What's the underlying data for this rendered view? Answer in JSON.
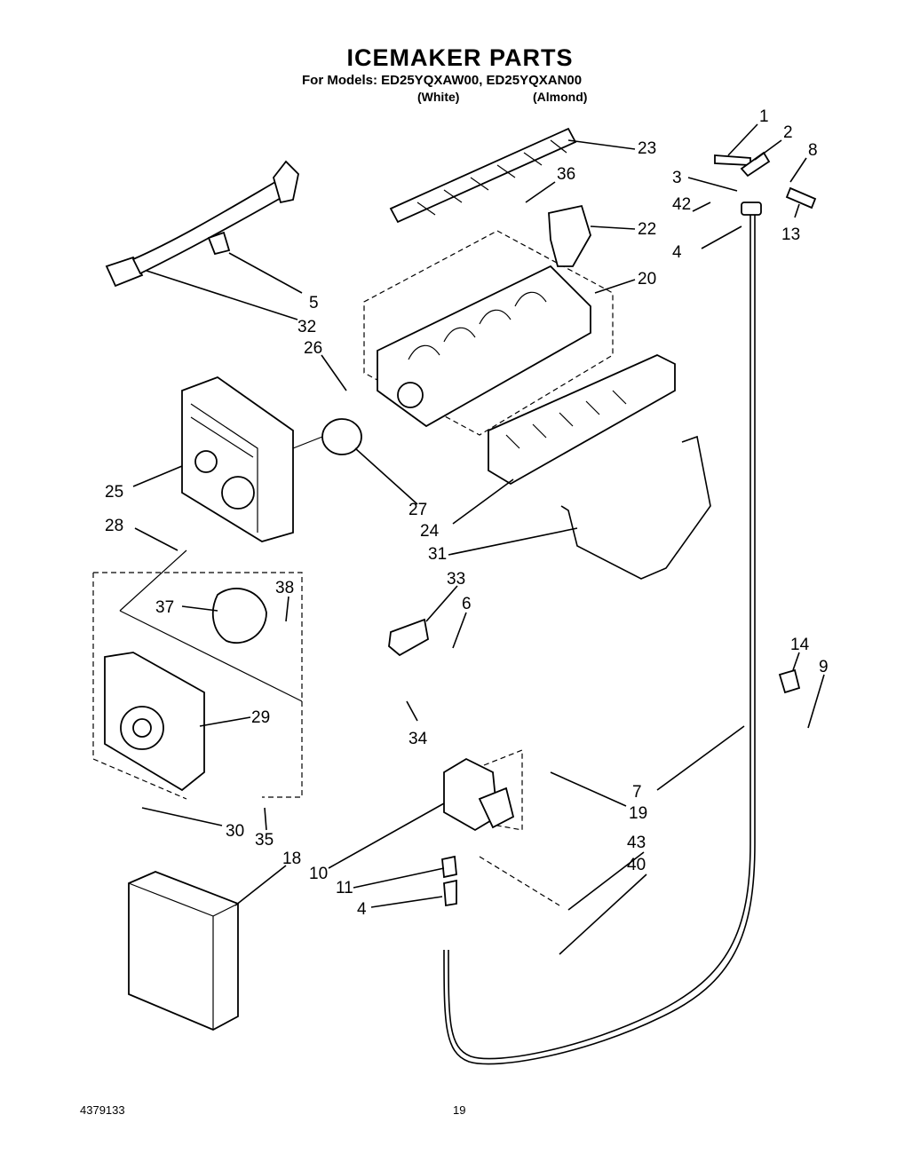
{
  "header": {
    "title": "ICEMAKER PARTS",
    "subtitle": "For Models: ED25YQXAW00, ED25YQXAN00",
    "variant_white": "(White)",
    "variant_almond": "(Almond)"
  },
  "callouts": [
    "1",
    "2",
    "8",
    "3",
    "42",
    "13",
    "4",
    "23",
    "36",
    "22",
    "20",
    "5",
    "32",
    "26",
    "25",
    "27",
    "28",
    "24",
    "31",
    "38",
    "37",
    "33",
    "6",
    "29",
    "34",
    "14",
    "9",
    "7",
    "19",
    "30",
    "35",
    "10",
    "43",
    "40",
    "11",
    "4",
    "18"
  ],
  "footer": {
    "doc_number": "4379133",
    "page_number": "19"
  }
}
